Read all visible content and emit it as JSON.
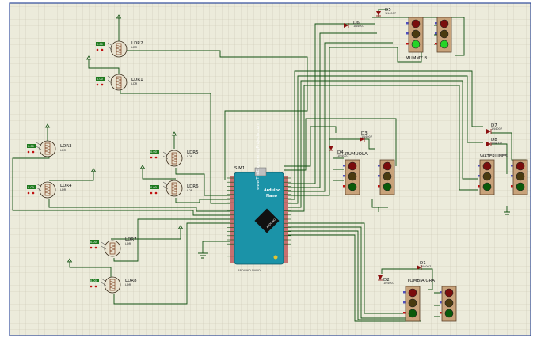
{
  "colors": {
    "sheet": "#ecebdb",
    "grid": "#c9c8b4",
    "wire": "#0f4f0f",
    "border": "#2f4a9a",
    "board": "#1b93a8",
    "body_fill": "#c8a27a",
    "led_red": "#7a0d0d",
    "led_yellow": "#4a3b10",
    "led_green": "#0a5a0a"
  },
  "ldrs": [
    {
      "ref": "LDR2",
      "part": "LDR"
    },
    {
      "ref": "LDR1",
      "part": "LDR"
    },
    {
      "ref": "LDR3",
      "part": "LDR"
    },
    {
      "ref": "LDR4",
      "part": "LDR"
    },
    {
      "ref": "LDR5",
      "part": "LDR"
    },
    {
      "ref": "LDR6",
      "part": "LDR"
    },
    {
      "ref": "LDR7",
      "part": "LDR"
    },
    {
      "ref": "LDR8",
      "part": "LDR"
    }
  ],
  "ldr_tag": "0.00",
  "arduino": {
    "ref": "SIM1",
    "title": "Arduino Nano",
    "sub": "ARDUINO NANO",
    "site": "www.TheEngineeringProjects.com",
    "brand": "ARDUINO"
  },
  "diodes": [
    {
      "ref": "D1",
      "part": "1N4007"
    },
    {
      "ref": "D2",
      "part": "1N4007"
    },
    {
      "ref": "D3",
      "part": "1N4007"
    },
    {
      "ref": "D4",
      "part": "1N4007"
    },
    {
      "ref": "D5",
      "part": "1N4007"
    },
    {
      "ref": "D6",
      "part": "1N4007"
    },
    {
      "ref": "D7",
      "part": "1N4007"
    },
    {
      "ref": "D8",
      "part": "1N4007"
    }
  ],
  "signals": [
    {
      "name": "MUMMY B"
    },
    {
      "name": "RUMUOLA"
    },
    {
      "name": "WATERLINES"
    },
    {
      "name": "TOMBIA GRA"
    }
  ]
}
